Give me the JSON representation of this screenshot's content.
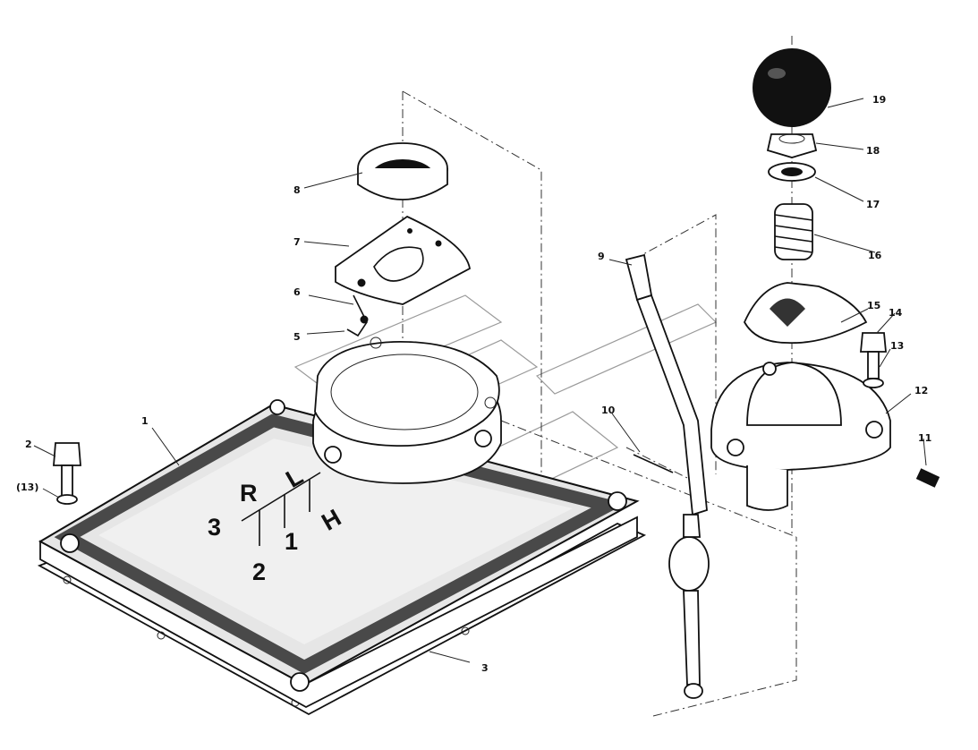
{
  "callouts": [
    {
      "id": "c1",
      "text": "1"
    },
    {
      "id": "c2",
      "text": "2"
    },
    {
      "id": "c13a",
      "text": "(13)"
    },
    {
      "id": "c3",
      "text": "3"
    },
    {
      "id": "c5",
      "text": "5"
    },
    {
      "id": "c6",
      "text": "6"
    },
    {
      "id": "c7",
      "text": "7"
    },
    {
      "id": "c8",
      "text": "8"
    },
    {
      "id": "c9",
      "text": "9"
    },
    {
      "id": "c10",
      "text": "10"
    },
    {
      "id": "c11",
      "text": "11"
    },
    {
      "id": "c12",
      "text": "12"
    },
    {
      "id": "c13",
      "text": "13"
    },
    {
      "id": "c14",
      "text": "14"
    },
    {
      "id": "c15",
      "text": "15"
    },
    {
      "id": "c16",
      "text": "16"
    },
    {
      "id": "c17",
      "text": "17"
    },
    {
      "id": "c18",
      "text": "18"
    },
    {
      "id": "c19",
      "text": "19"
    }
  ],
  "shift_pattern": {
    "r": "R",
    "l": "L",
    "h": "H",
    "n3": "3",
    "n1": "1",
    "n2": "2"
  }
}
